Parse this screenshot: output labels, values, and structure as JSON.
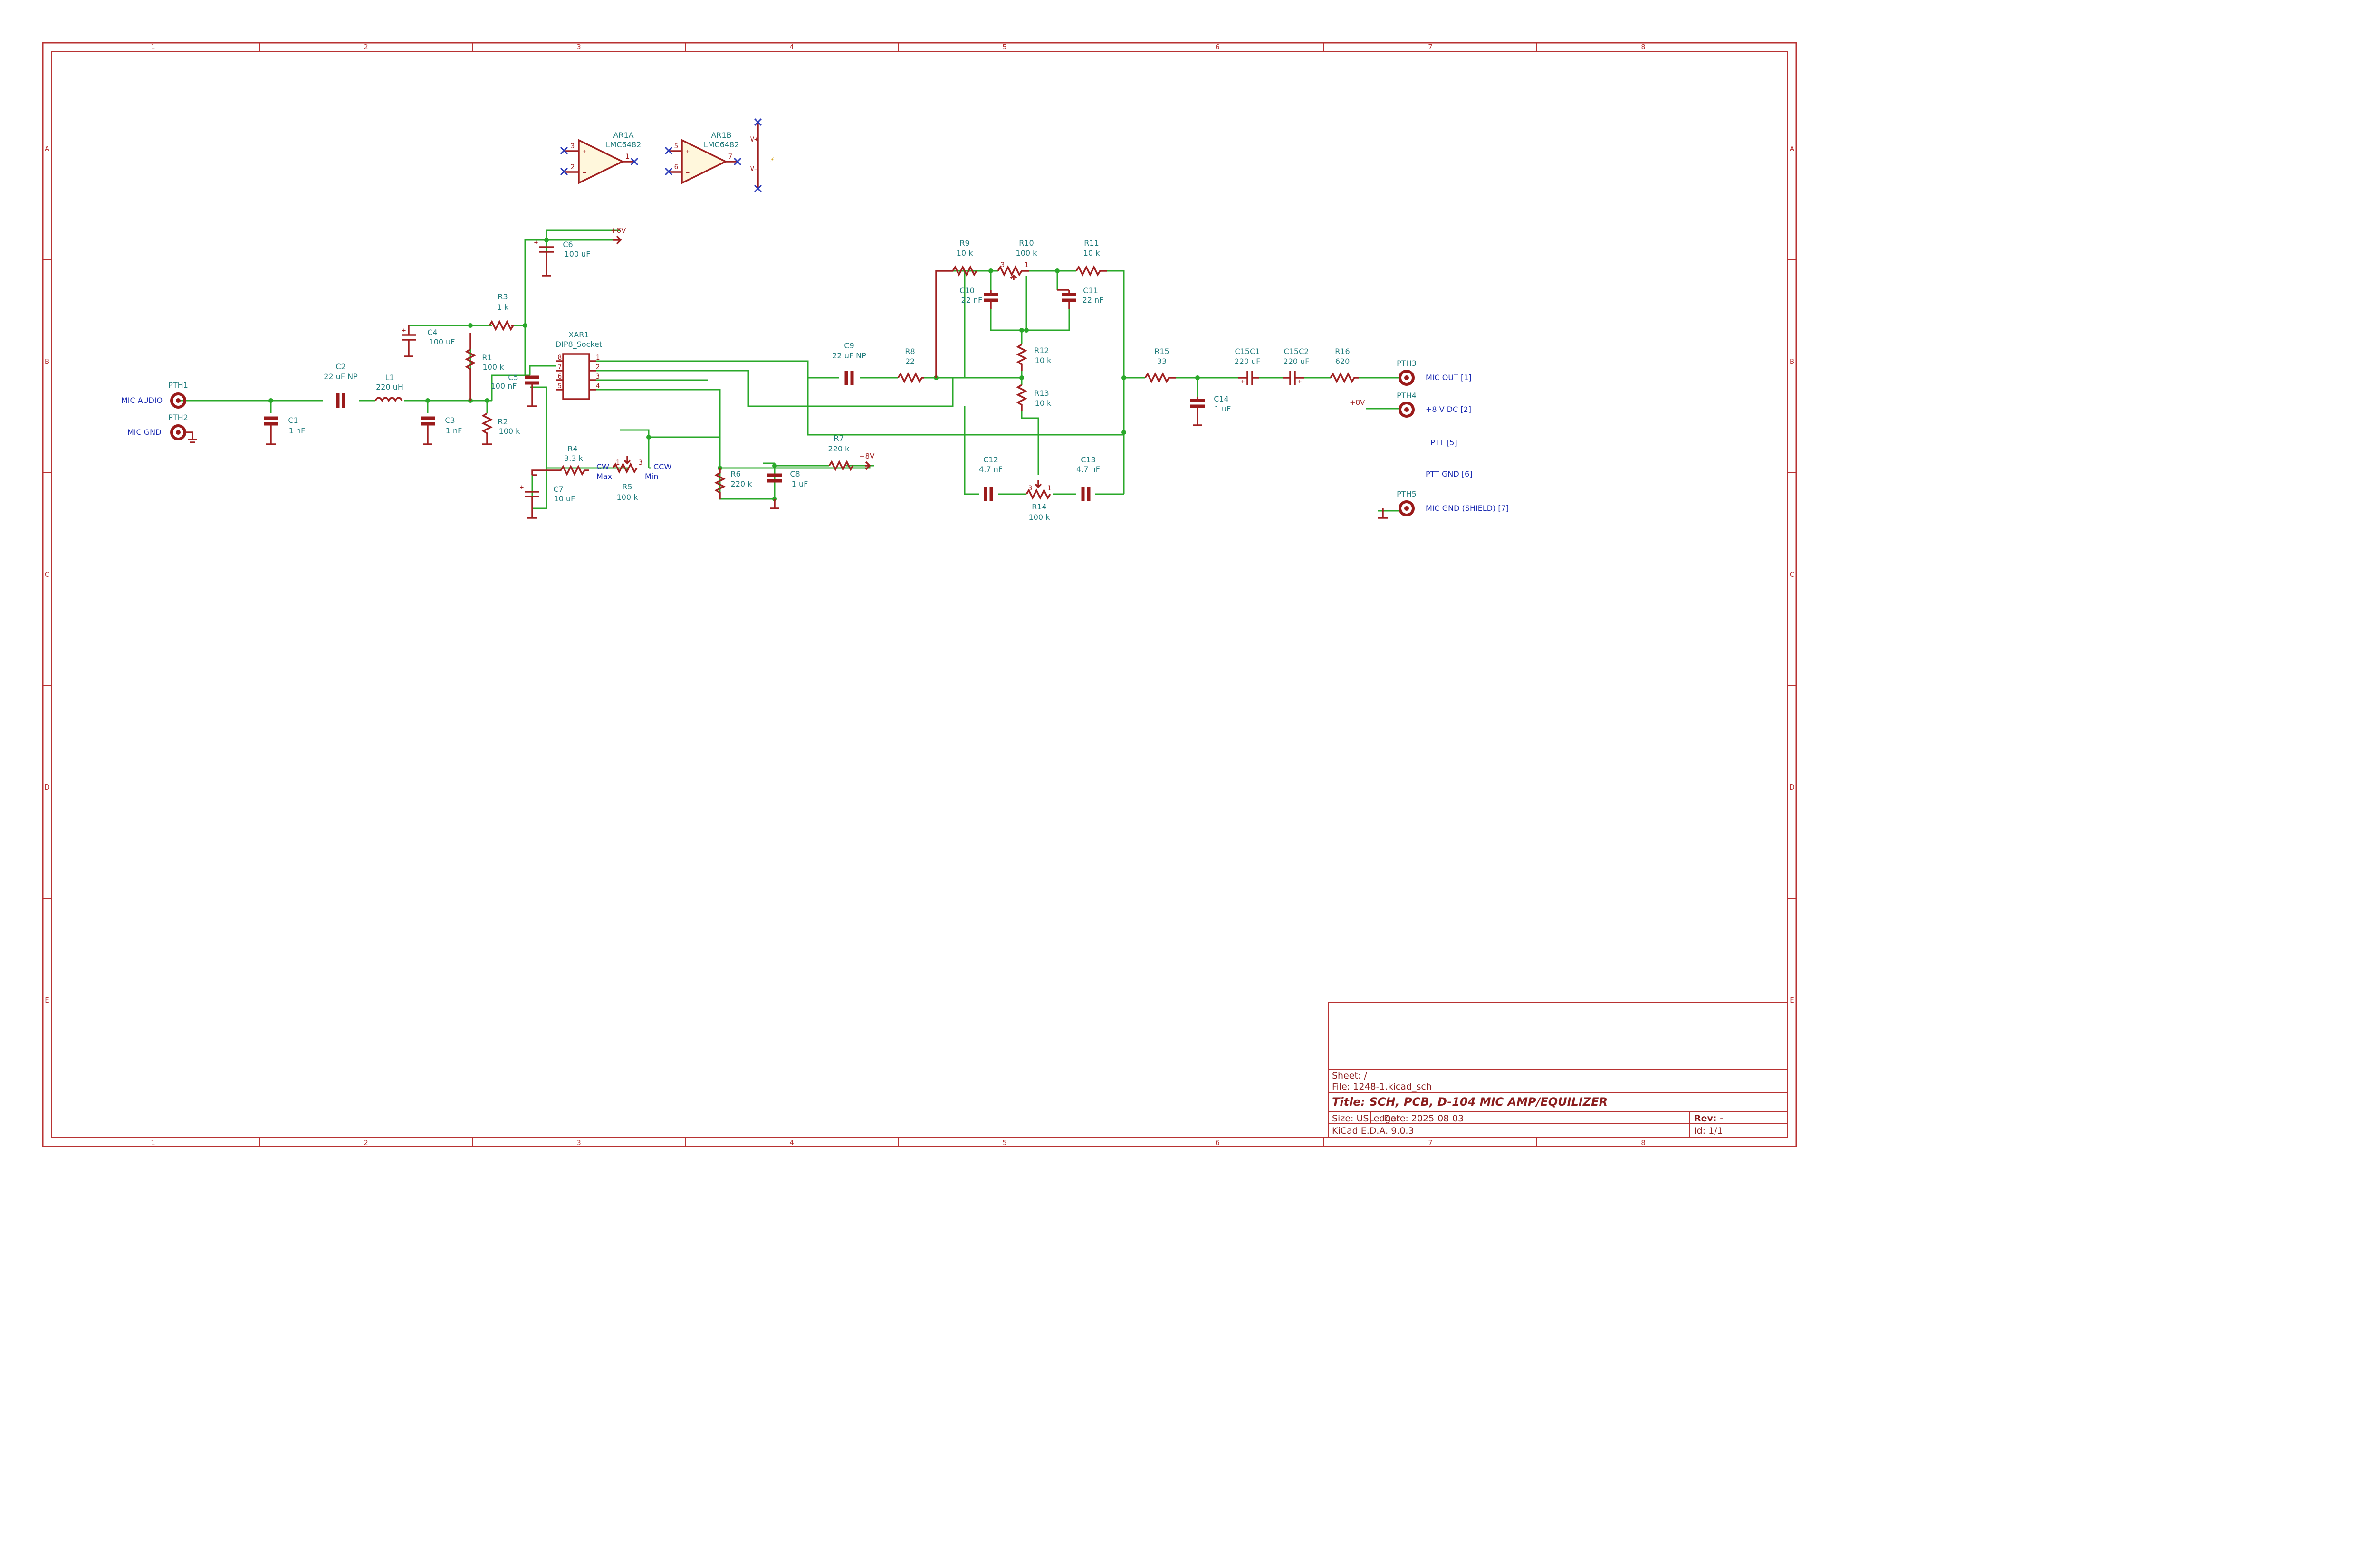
{
  "frame": {
    "columns": [
      "1",
      "2",
      "3",
      "4",
      "5",
      "6",
      "7",
      "8"
    ],
    "rows": [
      "A",
      "B",
      "C",
      "D",
      "E"
    ]
  },
  "opamps": [
    {
      "ref": "AR1A",
      "value": "LMC6482"
    },
    {
      "ref": "AR1B",
      "value": "LMC6482"
    }
  ],
  "socket": {
    "ref": "XAR1",
    "value": "DIP8_Socket",
    "pins_left": [
      "8",
      "7",
      "6",
      "5"
    ],
    "pins_right": [
      "1",
      "2",
      "3",
      "4"
    ]
  },
  "resistors": [
    {
      "ref": "R1",
      "value": "100 k"
    },
    {
      "ref": "R2",
      "value": "100 k"
    },
    {
      "ref": "R3",
      "value": "1 k"
    },
    {
      "ref": "R4",
      "value": "3.3 k"
    },
    {
      "ref": "R5",
      "value": "100 k"
    },
    {
      "ref": "R6",
      "value": "220 k"
    },
    {
      "ref": "R7",
      "value": "220 k"
    },
    {
      "ref": "R8",
      "value": "22"
    },
    {
      "ref": "R9",
      "value": "10 k"
    },
    {
      "ref": "R10",
      "value": "100 k"
    },
    {
      "ref": "R11",
      "value": "10 k"
    },
    {
      "ref": "R12",
      "value": "10 k"
    },
    {
      "ref": "R13",
      "value": "10 k"
    },
    {
      "ref": "R14",
      "value": "100 k"
    },
    {
      "ref": "R15",
      "value": "33"
    },
    {
      "ref": "R16",
      "value": "620"
    }
  ],
  "capacitors": [
    {
      "ref": "C1",
      "value": "1 nF"
    },
    {
      "ref": "C2",
      "value": "22 uF NP"
    },
    {
      "ref": "C3",
      "value": "1 nF"
    },
    {
      "ref": "C4",
      "value": "100 uF"
    },
    {
      "ref": "C5",
      "value": "100 nF"
    },
    {
      "ref": "C6",
      "value": "100 uF"
    },
    {
      "ref": "C7",
      "value": "10 uF"
    },
    {
      "ref": "C8",
      "value": "1 uF"
    },
    {
      "ref": "C9",
      "value": "22 uF NP"
    },
    {
      "ref": "C10",
      "value": "22 nF"
    },
    {
      "ref": "C11",
      "value": "22 nF"
    },
    {
      "ref": "C12",
      "value": "4.7 nF"
    },
    {
      "ref": "C13",
      "value": "4.7 nF"
    },
    {
      "ref": "C14",
      "value": "1 uF"
    },
    {
      "ref": "C15C1",
      "value": "220 uF"
    },
    {
      "ref": "C15C2",
      "value": "220 uF"
    }
  ],
  "inductor": {
    "ref": "L1",
    "value": "220 uH"
  },
  "pots": {
    "cw": "CW",
    "ccw": "CCW",
    "max": "Max",
    "min": "Min"
  },
  "power": {
    "v8": "+8V"
  },
  "connectors": [
    {
      "ref": "PTH1",
      "net": "MIC AUDIO"
    },
    {
      "ref": "PTH2",
      "net": "MIC GND"
    },
    {
      "ref": "PTH3",
      "net": "MIC OUT [1]"
    },
    {
      "ref": "PTH4",
      "net": "+8 V DC [2]"
    },
    {
      "ref": "PTH5",
      "net": "MIC GND (SHIELD) [7]"
    }
  ],
  "labels": {
    "ptt": "PTT [5]",
    "ptt_gnd": "PTT GND [6]"
  },
  "title_block": {
    "sheet": "Sheet: /",
    "file": "File: 1248-1.kicad_sch",
    "title": "Title: SCH, PCB, D-104 MIC AMP/EQUILIZER",
    "size": "Size: USLedger",
    "date": "Date: 2025-08-03",
    "rev": "Rev: -",
    "tool": "KiCad E.D.A. 9.0.3",
    "id": "Id: 1/1"
  },
  "colors": {
    "frame": "#b83232",
    "wire": "#2aa82a",
    "part": "#a02020",
    "ref_text": "#1f7a7a",
    "net_text": "#1a2ab0"
  }
}
